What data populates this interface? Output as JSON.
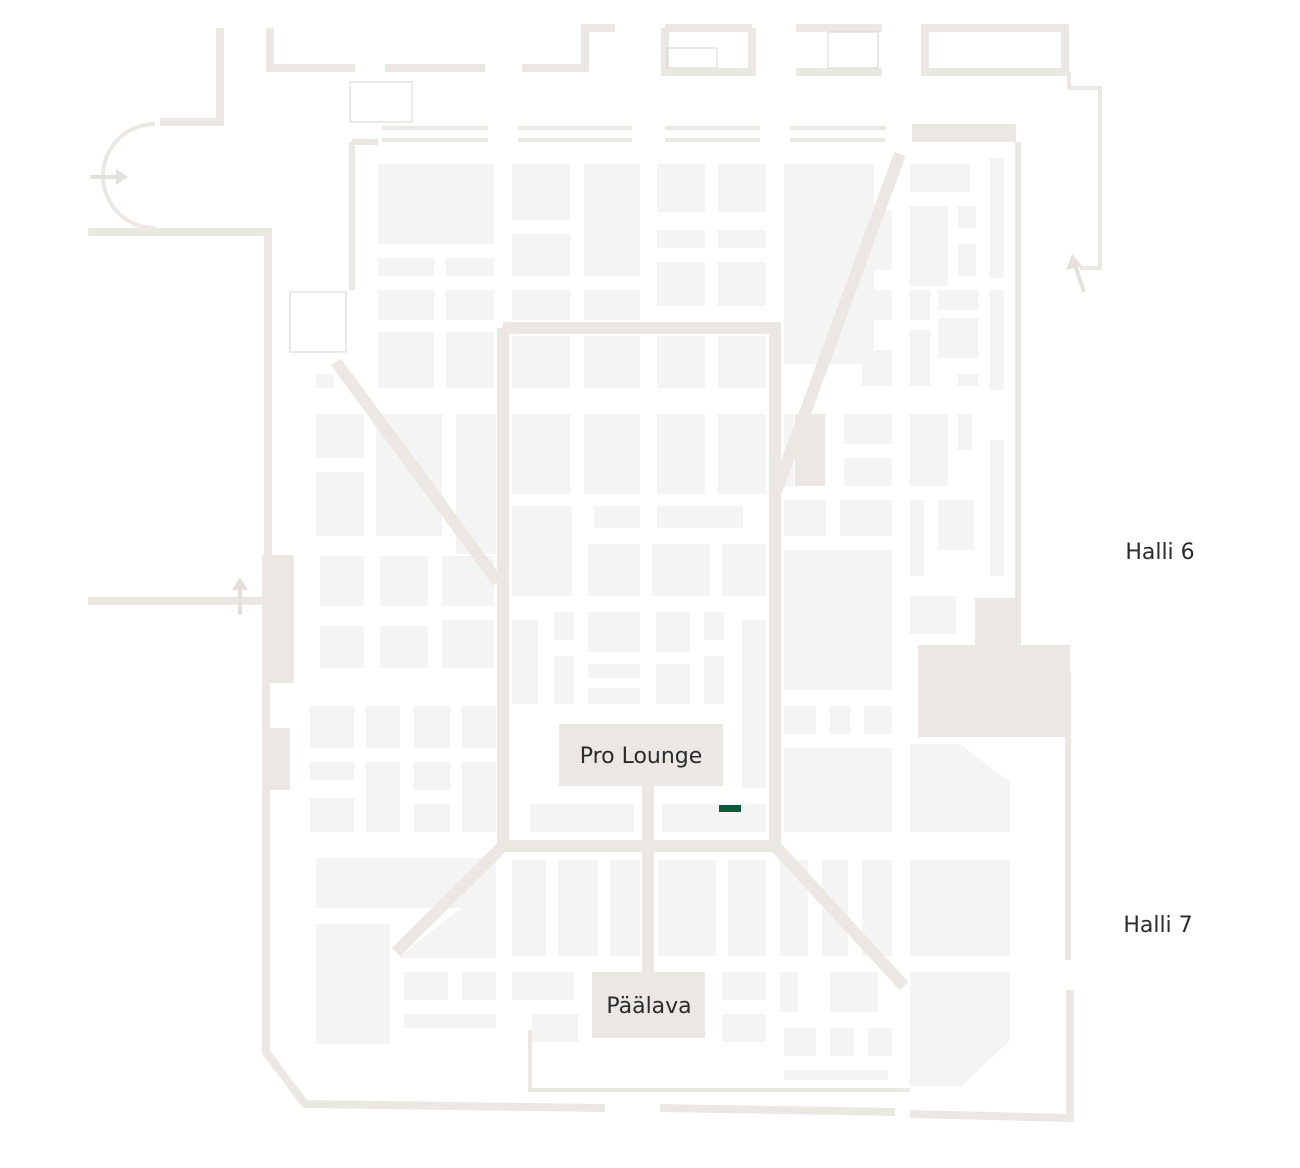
{
  "map": {
    "halls": [
      {
        "id": "hall-6",
        "label": "Halli 6"
      },
      {
        "id": "hall-7",
        "label": "Halli 7"
      }
    ],
    "areas": [
      {
        "id": "pro-lounge",
        "label": "Pro Lounge"
      },
      {
        "id": "main-stage",
        "label": "Päälava"
      }
    ],
    "colors": {
      "background": "#ffffff",
      "wall": "#ebe8e4",
      "booth": "#f4f4f4",
      "aisle": "#ebe8e4",
      "highlight_booth": "#0d5a3a",
      "text": "#2b2b2b"
    },
    "icons": [
      "entrance-arrow-icon"
    ]
  }
}
